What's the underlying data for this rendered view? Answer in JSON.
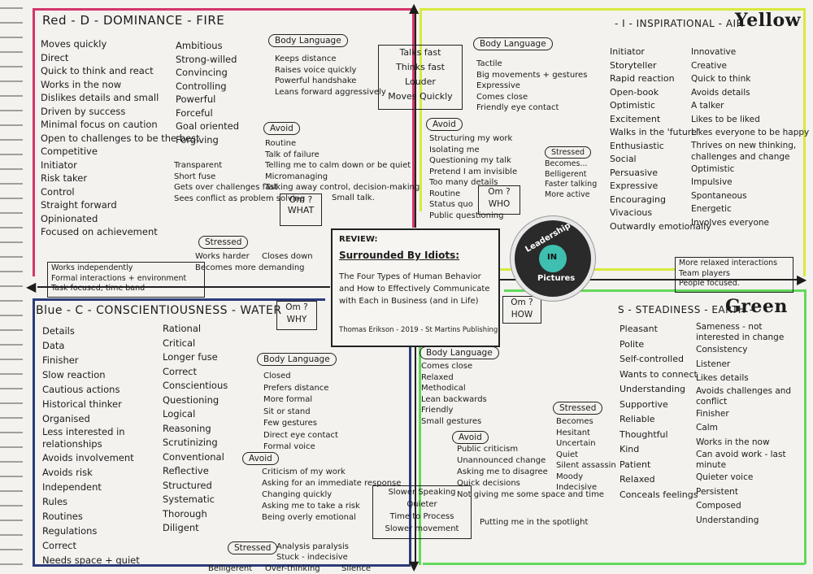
{
  "red": {
    "heading": "Red - D - DOMINANCE - FIRE",
    "col1": [
      "Moves quickly",
      "Direct",
      "Quick to think and react",
      "Works in the now",
      "Dislikes details and small",
      "Driven by success",
      "Minimal focus on caution",
      "Open to challenges to be the best",
      "Competitive",
      "Initiator",
      "Risk taker",
      "Control",
      "Straight forward",
      "Opinionated",
      "Focused on achievement"
    ],
    "col2": [
      "Ambitious",
      "Strong-willed",
      "Convincing",
      "Controlling",
      "Powerful",
      "Forceful",
      "Goal oriented",
      "Forgiving"
    ],
    "col3": [
      "Transparent",
      "Short fuse",
      "Gets over challenges fast",
      "Sees conflict as problem solving"
    ],
    "body_language_label": "Body Language",
    "body_language": [
      "Keeps distance",
      "Raises voice quickly",
      "Powerful handshake",
      "Leans forward aggressively"
    ],
    "avoid_label": "Avoid",
    "avoid": [
      "Routine",
      "Talk of failure",
      "Telling me to calm down or be quiet",
      "Micromanaging",
      "Talking away control, decision-making",
      "Small talk."
    ],
    "om_what": [
      "Om ?",
      "WHAT"
    ],
    "stressed_label": "Stressed",
    "stressed": [
      "Works harder",
      "Becomes more demanding",
      "Closes down"
    ],
    "box": [
      "Works independently",
      "Formal interactions + environment",
      "Task focused, time band"
    ]
  },
  "yellow": {
    "heading_prefix": "- I - INSPIRATIONAL - AIR -",
    "heading_name": "Yellow",
    "talks_box": [
      "Talks fast",
      "Thinks fast",
      "Louder",
      "Moves Quickly"
    ],
    "body_language_label": "Body Language",
    "body_language": [
      "Tactile",
      "Big movements + gestures",
      "Expressive",
      "Comes close",
      "Friendly eye contact"
    ],
    "avoid_label": "Avoid",
    "avoid": [
      "Structuring my work",
      "Isolating me",
      "Questioning my talk",
      "Pretend I am invisible",
      "Too many details",
      "Routine",
      "Status quo",
      "Public questioning"
    ],
    "om_who": [
      "Om ?",
      "WHO"
    ],
    "stressed_label": "Stressed",
    "stressed": [
      "Becomes...",
      "Belligerent",
      "Faster talking",
      "More active"
    ],
    "col1": [
      "Initiator",
      "Storyteller",
      "Rapid reaction",
      "Open-book",
      "Optimistic",
      "Excitement",
      "Walks in the 'future'",
      "Enthusiastic",
      "Social",
      "Persuasive",
      "Expressive",
      "Encouraging",
      "Vivacious",
      "Outwardly emotionally"
    ],
    "col2": [
      "Innovative",
      "Creative",
      "Quick to think",
      "Avoids details",
      "A talker",
      "Likes to be liked",
      "Likes everyone to be happy",
      "Thrives on new thinking, challenges and change",
      "Optimistic",
      "Impulsive",
      "Spontaneous",
      "Energetic",
      "Involves everyone"
    ],
    "box": [
      "More relaxed interactions",
      "Team players",
      "People focused."
    ]
  },
  "blue": {
    "heading": "Blue - C - CONSCIENTIOUSNESS - WATER",
    "col1": [
      "Details",
      "Data",
      "Finisher",
      "Slow reaction",
      "Cautious actions",
      "Historical thinker",
      "Organised",
      "Less interested in relationships",
      "Avoids involvement",
      "Avoids risk",
      "Independent",
      "Rules",
      "Routines",
      "Regulations",
      "Correct",
      "Needs space + quiet"
    ],
    "col2": [
      "Rational",
      "Critical",
      "Longer fuse",
      "Correct",
      "Conscientious",
      "Questioning",
      "Logical",
      "Reasoning",
      "Scrutinizing",
      "Conventional",
      "Reflective",
      "Structured",
      "Systematic",
      "Thorough",
      "Diligent"
    ],
    "om_why": [
      "Om ?",
      "WHY"
    ],
    "body_language_label": "Body Language",
    "body_language": [
      "Closed",
      "Prefers distance",
      "More formal",
      "Sit or stand",
      "Few gestures",
      "Direct eye contact",
      "Formal voice"
    ],
    "avoid_label": "Avoid",
    "avoid": [
      "Criticism of my work",
      "Asking for an immediate response",
      "Changing quickly",
      "Asking me to take a risk",
      "Being overly emotional"
    ],
    "stressed_label": "Stressed",
    "stressed": [
      "Analysis paralysis",
      "Stuck - indecisive",
      "Over-thinking",
      "Belligerent",
      "Silence"
    ]
  },
  "green": {
    "heading_prefix": "S - STEADINESS - EARTH -",
    "heading_name": "Green",
    "om_how": [
      "Om ?",
      "HOW"
    ],
    "body_language_label": "Body Language",
    "body_language": [
      "Comes close",
      "Relaxed",
      "Methodical",
      "Lean backwards",
      "Friendly",
      "Small gestures"
    ],
    "avoid_label": "Avoid",
    "avoid": [
      "Public criticism",
      "Unannounced change",
      "Asking me to disagree",
      "Quick decisions",
      "Not giving me some space and time",
      "Putting me in the spotlight"
    ],
    "stressed_label": "Stressed",
    "stressed": [
      "Becomes",
      "Hesitant",
      "Uncertain",
      "Quiet",
      "Silent assassin",
      "Moody",
      "Indecisive"
    ],
    "slower_box": [
      "Slower Speaking",
      "Quieter",
      "Time to Process",
      "Slower movement"
    ],
    "col1": [
      "Pleasant",
      "Polite",
      "Self-controlled",
      "Wants to connect",
      "Understanding",
      "Supportive",
      "Reliable",
      "Thoughtful",
      "Kind",
      "Patient",
      "Relaxed",
      "Conceals feelings"
    ],
    "col2": [
      "Sameness - not interested in change",
      "Consistency",
      "Listener",
      "Likes details",
      "Avoids challenges and conflict",
      "Finisher",
      "Calm",
      "Works in the now",
      "Can avoid work - last minute",
      "Quieter voice",
      "Persistent",
      "Composed",
      "Understanding"
    ]
  },
  "center": {
    "review": "REVIEW:",
    "title": "Surrounded By Idiots:",
    "subtitle": "The Four Types of Human Behavior and How to Effectively Communicate with Each in Business (and in Life)",
    "credit": "Thomas Erikson - 2019 - St Martins Publishing"
  },
  "logo": {
    "line1": "Leadership",
    "line2": "IN",
    "line3": "Pictures"
  },
  "colors": {
    "red": "#d4366b",
    "yellow": "#d8ea3c",
    "blue": "#2b3b7a",
    "green": "#62d95a"
  }
}
